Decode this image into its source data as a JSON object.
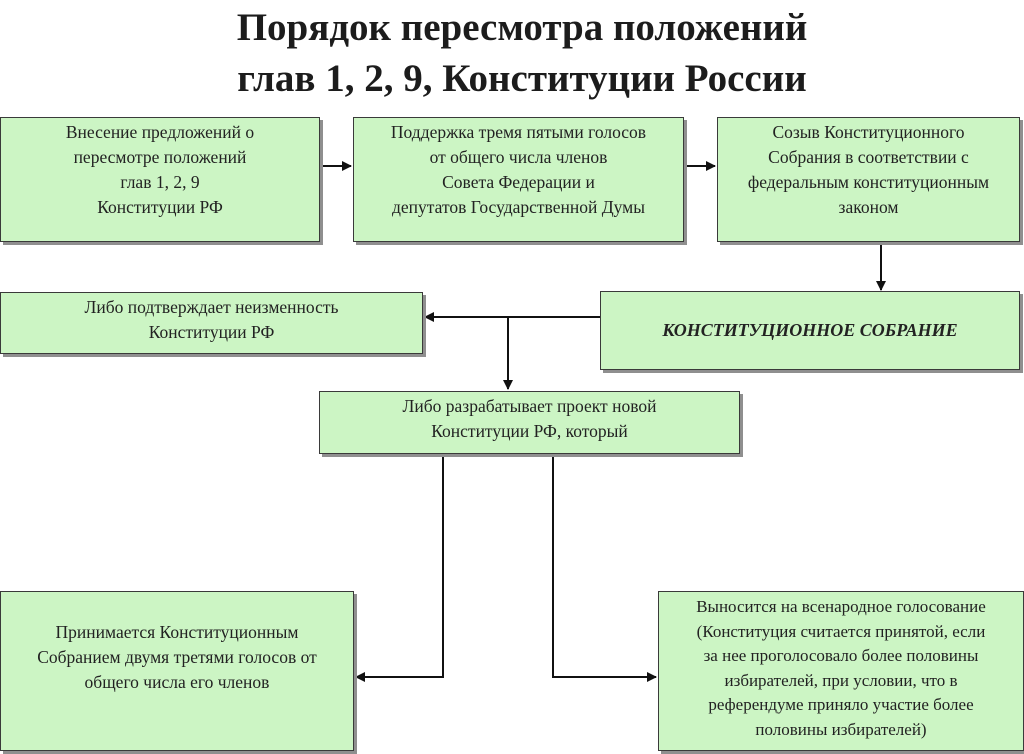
{
  "title": {
    "line1": "Порядок пересмотра положений",
    "line2": "глав 1, 2, 9, Конституции России"
  },
  "steps": {
    "proposal": [
      "Внесение предложений о",
      "пересмотре положений",
      "глав 1, 2, 9",
      "Конституции РФ"
    ],
    "support": [
      "Поддержка тремя пятыми голосов",
      "от общего числа членов",
      "Совета Федерации и",
      "депутатов Государственной Думы"
    ],
    "convocation": [
      "Созыв Конституционного",
      "Собрания в соответствии с",
      "федеральным конституционным",
      "законом"
    ],
    "assembly": "КОНСТИТУЦИОННОЕ СОБРАНИЕ",
    "confirm": [
      "Либо подтверждает неизменность",
      "Конституции РФ"
    ],
    "draft": [
      "Либо разрабатывает проект новой",
      "Конституции РФ, который"
    ],
    "adopted": [
      "Принимается Конституционным",
      "Собранием двумя третями голосов от",
      "общего числа его членов"
    ],
    "referendum": [
      "Выносится на всенародное голосование",
      "(Конституция считается принятой, если",
      "за нее проголосовало более половины",
      "избирателей,  при условии, что в",
      "референдуме приняло участие более",
      "половины избирателей)"
    ]
  }
}
